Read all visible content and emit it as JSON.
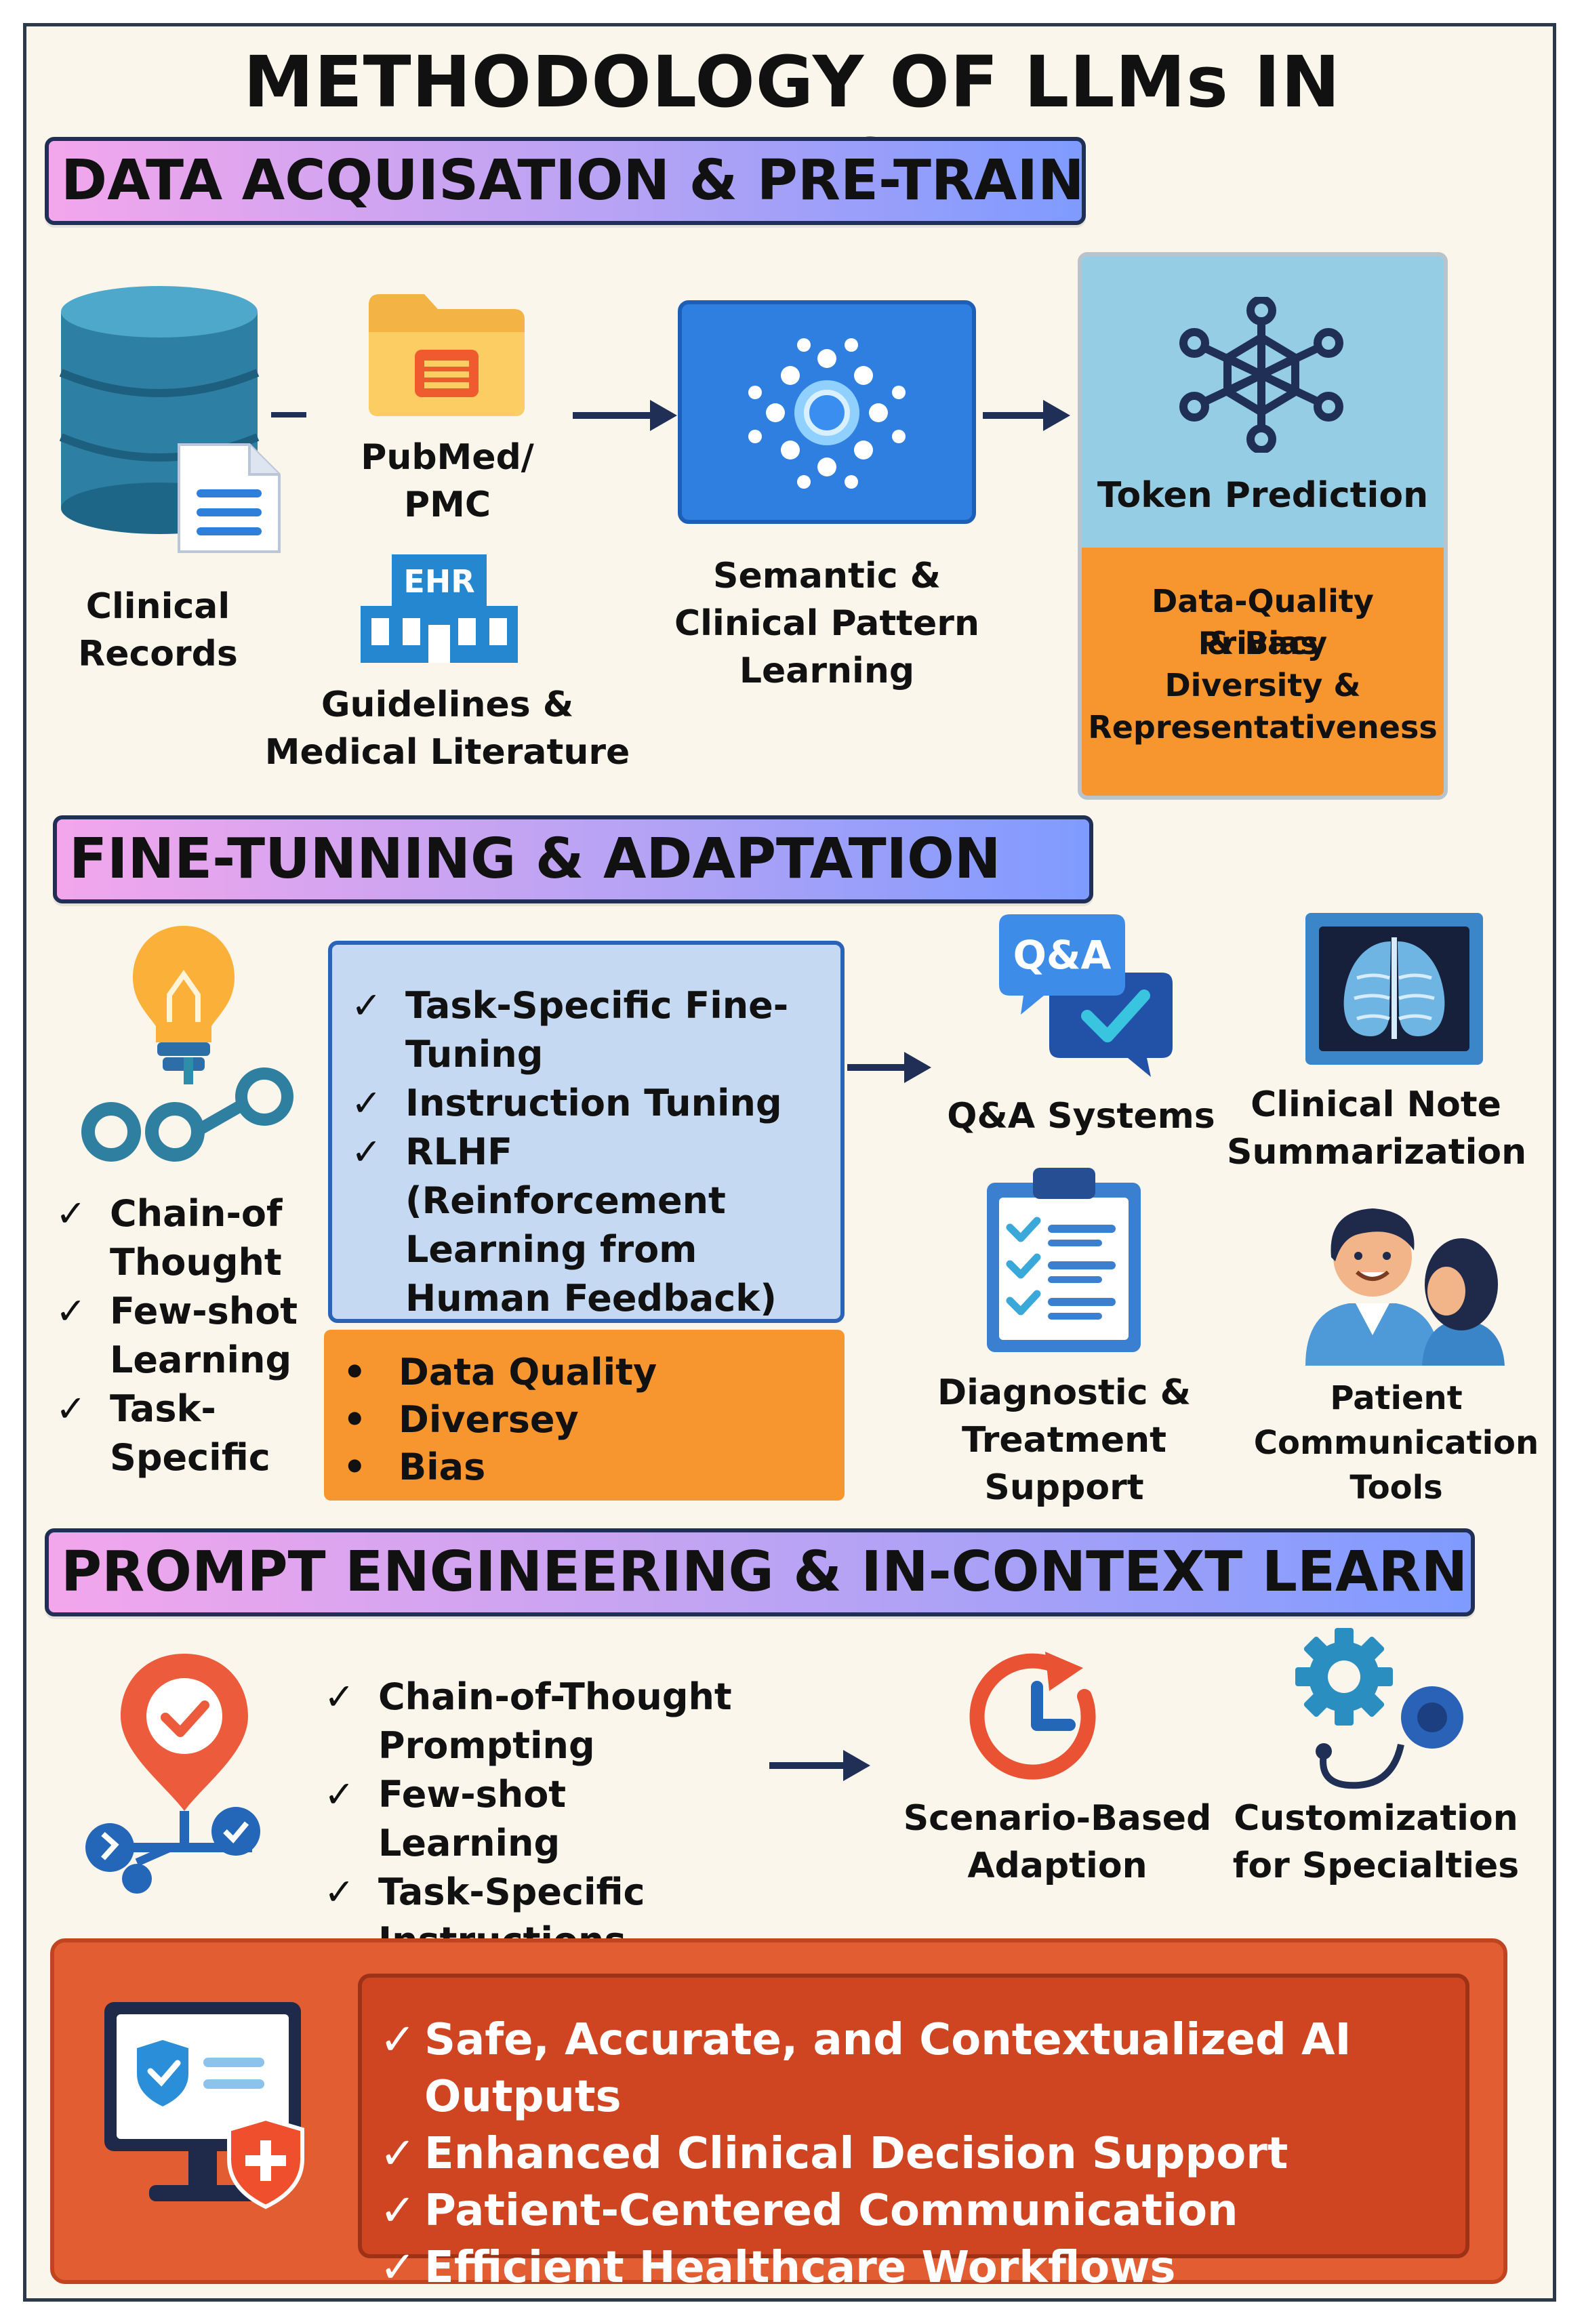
{
  "title": "METHODOLOGY OF LLMs IN HEALTHCARE",
  "sections": {
    "s1": {
      "banner": "DATA ACQUISATION & PRE-TRAINING",
      "clinical_records": "Clinical Records",
      "pubmed": "PubMed/ PMC",
      "ehr_badge": "EHR",
      "guidelines": "Guidelines & Medical Literature",
      "semantic": "Semantic & Clinical Pattern Learning",
      "token_prediction": "Token Prediction",
      "quality_lines": [
        "Data-Quality Privacy",
        "& Bias",
        "Diversity &",
        "Representativeness"
      ]
    },
    "s2": {
      "banner": "FINE-TUNNING & ADAPTATION",
      "left_checks": [
        "Chain-of Thought",
        "Few-shot Learning",
        "Task-Specific"
      ],
      "center_checks": [
        "Task-Specific Fine-Tuning",
        "Instruction Tuning",
        "RLHF (Reinforcement Learning from Human Feedback)"
      ],
      "bullets": [
        "Data Quality",
        "Diversey",
        "Bias"
      ],
      "qa_badge": "Q&A",
      "qa_systems": "Q&A Systems",
      "clinical_note": "Clinical Note Summarization",
      "diagnostic": "Diagnostic & Treatment Support",
      "patient_comm": "Patient Communication Tools"
    },
    "s3": {
      "banner": "PROMPT ENGINEERING & IN-CONTEXT LEARNING",
      "checks": [
        "Chain-of-Thought Prompting",
        "Few-shot Learning",
        "Task-Specific Instructions"
      ],
      "scenario": "Scenario-Based Adaption",
      "customization": "Customization for Specialties"
    },
    "outcomes": {
      "items": [
        "Safe, Accurate, and Contextualized AI Outputs",
        "Enhanced Clinical Decision Support",
        "Patient-Centered Communication",
        "Efficient Healthcare Workflows"
      ]
    }
  },
  "check_glyph": "✓",
  "bullet_glyph": "•",
  "colors": {
    "navy": "#1f2f55",
    "orange": "#f7952f",
    "light_blue_panel": "#c5d9f2",
    "token_blue": "#95cde4",
    "outcome_red": "#e35d33",
    "outcome_inner": "#cf4522"
  },
  "icons": [
    "database-icon",
    "document-icon",
    "folder-icon",
    "hospital-icon",
    "neural-network-icon",
    "node-graph-icon",
    "lightbulb-icon",
    "chain-link-icon",
    "qa-chat-icon",
    "lung-xray-icon",
    "clipboard-checklist-icon",
    "doctor-patient-icon",
    "target-pin-icon",
    "clock-refresh-icon",
    "gear-icon",
    "monitor-shield-icon"
  ]
}
